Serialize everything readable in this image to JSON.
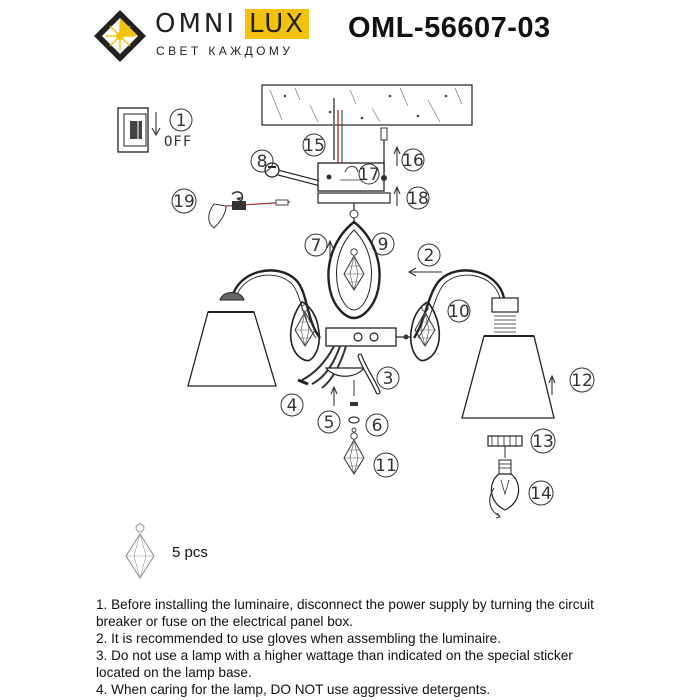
{
  "brand": {
    "name_part1": "OMNI",
    "name_part2": "LUX",
    "slogan": "СВЕТ КАЖДОМУ",
    "accent_color": "#f2c20f"
  },
  "model": "OML-56607-03",
  "diagram": {
    "switch_state": "OFF",
    "callouts": [
      "1",
      "2",
      "3",
      "4",
      "5",
      "6",
      "7",
      "8",
      "9",
      "10",
      "11",
      "12",
      "13",
      "14",
      "15",
      "16",
      "17",
      "18",
      "19"
    ],
    "icons": [
      "wall-switch-icon",
      "ceiling-icon",
      "wrench-icon",
      "screwdriver-icon",
      "screw-icon",
      "dowel-icon",
      "mounting-bar-icon",
      "crystal-pendant-icon",
      "lamp-shade-icon",
      "lamp-holder-icon",
      "bulb-icon",
      "lamp-ring-icon"
    ]
  },
  "crystal_note": "5 pcs",
  "notes": [
    "1. Before installing the luminaire, disconnect the power supply by turning the circuit breaker or fuse on the electrical panel box.",
    "2. It is recommended to use gloves when assembling the luminaire.",
    "3. Do not use a lamp with a higher wattage than indicated on the special sticker located on the lamp base.",
    "4. When caring for the lamp, DO NOT use aggressive detergents."
  ]
}
